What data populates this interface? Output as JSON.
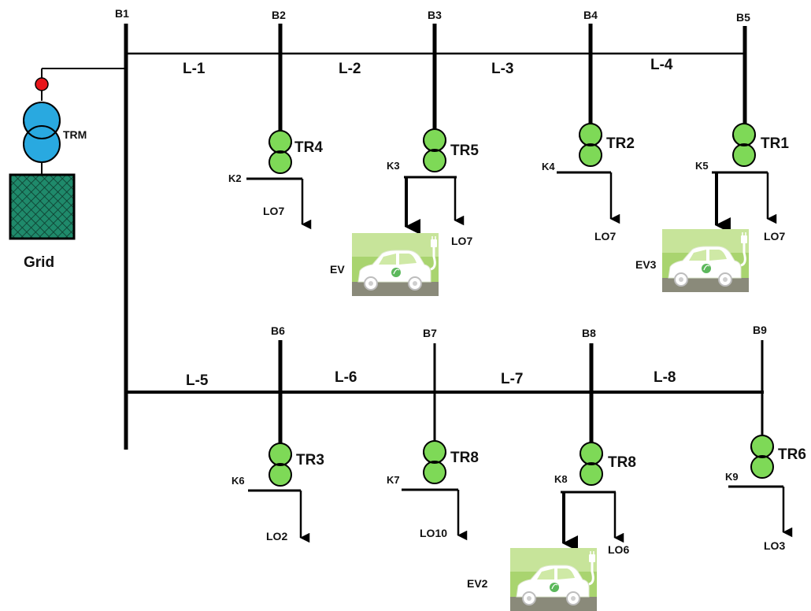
{
  "colors": {
    "line": "#000000",
    "transformer_green": "#7ed957",
    "transformer_blue": "#29a9e0",
    "breaker_red": "#e8161b",
    "grid_fill": "#1f8a6b",
    "ev_bg": "#8cc63f"
  },
  "grid": {
    "label": "Grid",
    "transformer_label": "TRM"
  },
  "buses": {
    "b1": "B1",
    "b2": "B2",
    "b3": "B3",
    "b4": "B4",
    "b5": "B5",
    "b6": "B6",
    "b7": "B7",
    "b8": "B8",
    "b9": "B9"
  },
  "lines": {
    "l1": "L-1",
    "l2": "L-2",
    "l3": "L-3",
    "l4": "L-4",
    "l5": "L-5",
    "l6": "L-6",
    "l7": "L-7",
    "l8": "L-8"
  },
  "transformers": {
    "b2": "TR4",
    "b3": "TR5",
    "b4": "TR2",
    "b5": "TR1",
    "b6": "TR3",
    "b7": "TR8",
    "b8": "TR8",
    "b9": "TR6"
  },
  "switches": {
    "b2": "K2",
    "b3": "K3",
    "b4": "K4",
    "b5": "K5",
    "b6": "K6",
    "b7": "K7",
    "b8": "K8",
    "b9": "K9"
  },
  "loads": {
    "b2": "LO7",
    "b3": "LO7",
    "b4": "LO7",
    "b5": "LO7",
    "b6": "LO2",
    "b7": "LO10",
    "b8": "LO6",
    "b9": "LO3"
  },
  "ev": {
    "b3": "EV",
    "b5": "EV3",
    "b8": "EV2"
  }
}
